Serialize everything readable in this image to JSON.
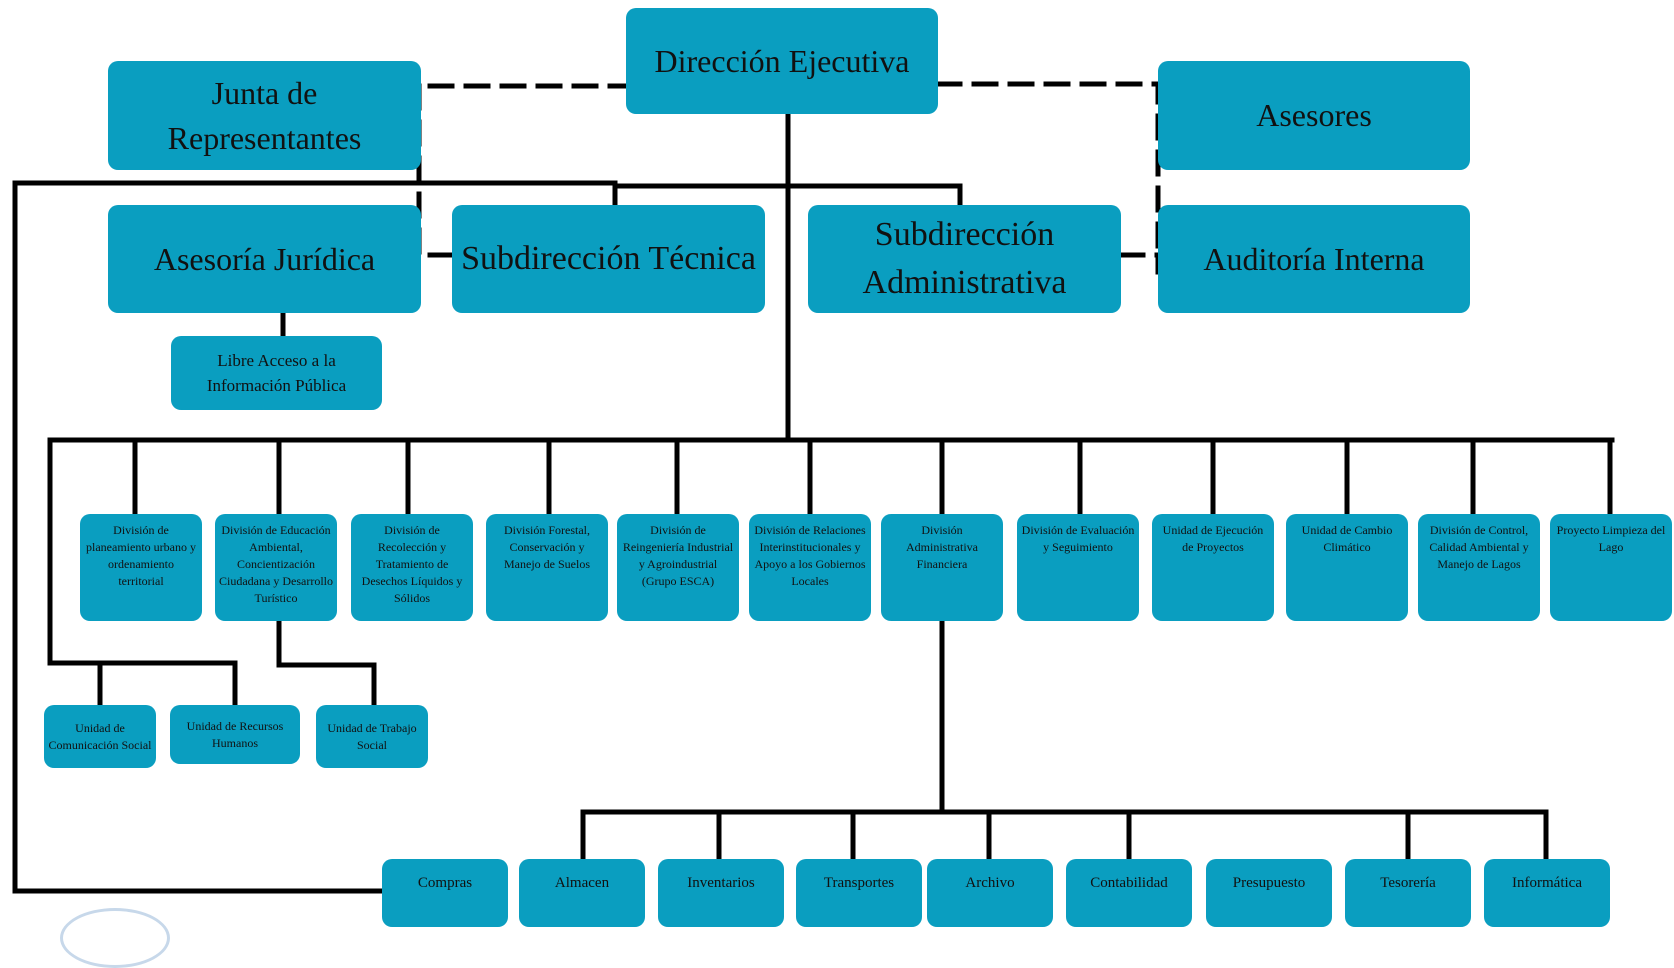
{
  "colors": {
    "box_fill": "#0a9ec0",
    "line": "#000000",
    "text": "#111111"
  },
  "top": {
    "direccion": "Dirección Ejecutiva",
    "junta": "Junta de Representantes",
    "asesores": "Asesores",
    "asesoria_juridica": "Asesoría Jurídica",
    "sub_tecnica": "Subdirección Técnica",
    "sub_administrativa": "Subdirección Administrativa",
    "auditoria": "Auditoría Interna",
    "libre_acceso": "Libre Acceso a la Información Pública"
  },
  "divisions": [
    "División de planeamiento urbano y ordenamiento territorial",
    "División de Educación Ambiental, Concientización Ciudadana y Desarrollo Turístico",
    "División de Recolección y Tratamiento de Desechos Líquidos y Sólidos",
    "División Forestal, Conservación y Manejo de Suelos",
    "División de Reingeniería Industrial y Agroindustrial (Grupo ESCA)",
    "División de Relaciones Interinstitucionales y Apoyo a los Gobiernos Locales",
    "División Administrativa Financiera",
    "División de Evaluación y Seguimiento",
    "Unidad de Ejecución de Proyectos",
    "Unidad de Cambio Climático",
    "División de Control, Calidad Ambiental y Manejo de Lagos",
    "Proyecto Limpieza del Lago"
  ],
  "units": [
    "Unidad de Comunicación Social",
    "Unidad de Recursos Humanos",
    "Unidad de Trabajo Social"
  ],
  "finance": [
    "Compras",
    "Almacen",
    "Inventarios",
    "Transportes",
    "Archivo",
    "Contabilidad",
    "Presupuesto",
    "Tesorería",
    "Informática"
  ]
}
